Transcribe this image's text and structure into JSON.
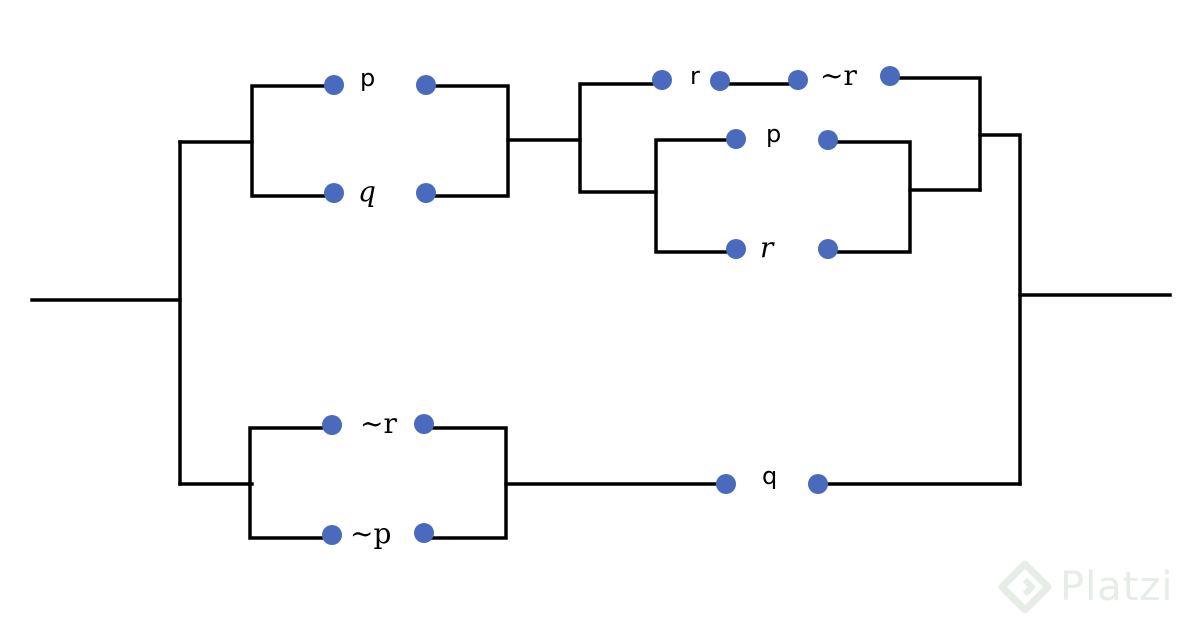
{
  "switches": {
    "top_left_p": "p",
    "top_left_q": "q",
    "top_right_r": "r",
    "top_right_not_r": "~r",
    "inner_p": "p",
    "inner_r": "r",
    "bottom_not_r": "~r",
    "bottom_not_p": "~p",
    "bottom_q": "q"
  },
  "watermark": {
    "text": "Platzi"
  },
  "colors": {
    "contact": "#4a6bbd",
    "wire": "#000000",
    "watermark": "#e6ede6"
  }
}
